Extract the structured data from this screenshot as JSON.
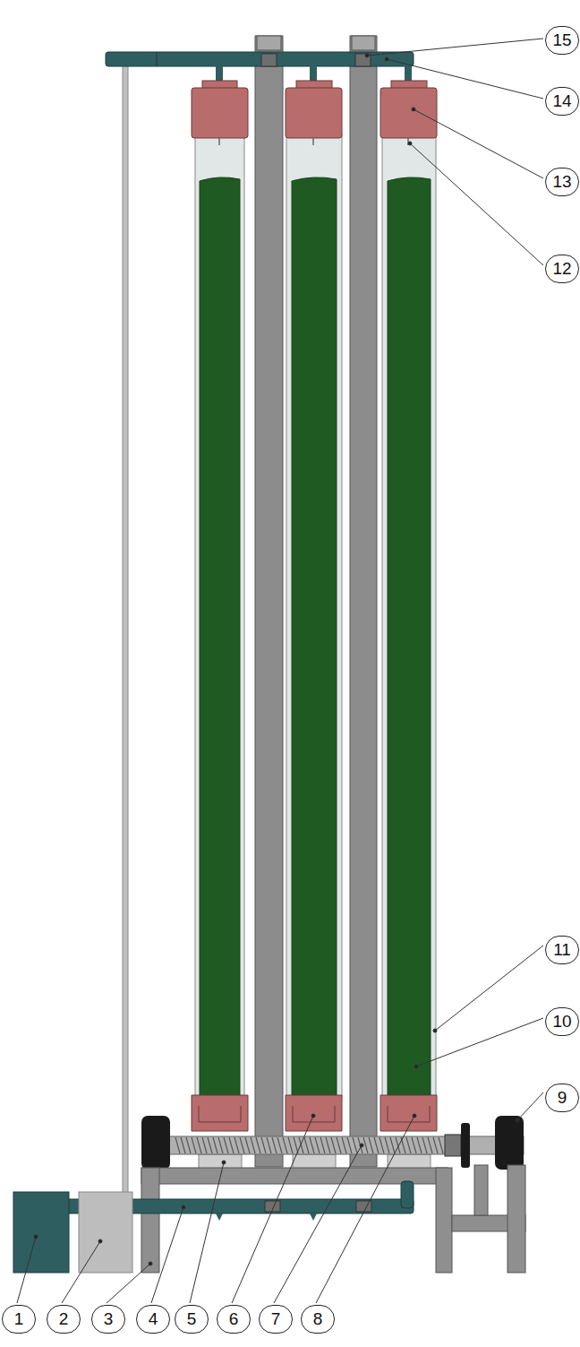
{
  "diagram": {
    "labels": [
      "15",
      "14",
      "13",
      "12",
      "11",
      "10",
      "9",
      "1",
      "2",
      "3",
      "4",
      "5",
      "6",
      "7",
      "8"
    ]
  }
}
